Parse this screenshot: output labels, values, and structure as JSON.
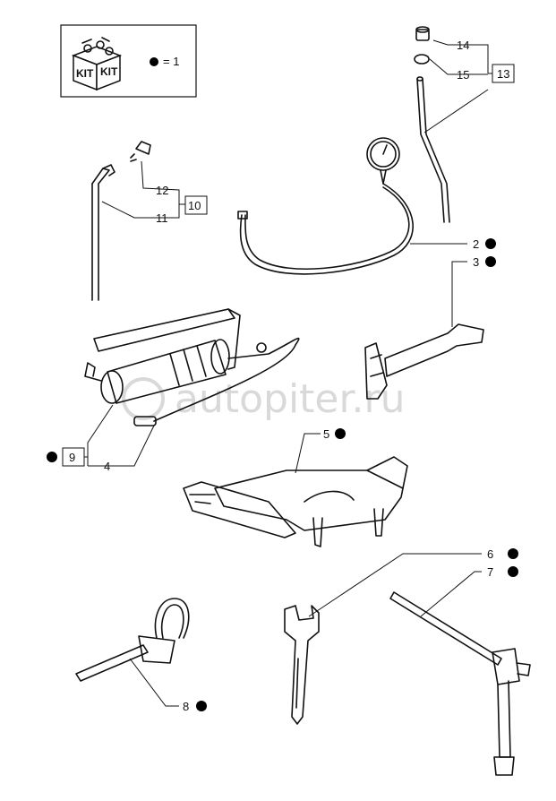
{
  "kit_legend": {
    "kit_text_1": "KIT",
    "kit_text_2": "KIT",
    "equals_text": "= 1"
  },
  "watermark": {
    "text": "autopiter.ru"
  },
  "callouts": [
    {
      "id": "c14",
      "text": "14"
    },
    {
      "id": "c15",
      "text": "15"
    },
    {
      "id": "c13",
      "text": "13"
    },
    {
      "id": "c12",
      "text": "12"
    },
    {
      "id": "c11",
      "text": "11"
    },
    {
      "id": "c10",
      "text": "10"
    },
    {
      "id": "c2",
      "text": "2"
    },
    {
      "id": "c3",
      "text": "3"
    },
    {
      "id": "c9",
      "text": "9"
    },
    {
      "id": "c4",
      "text": "4"
    },
    {
      "id": "c5",
      "text": "5"
    },
    {
      "id": "c6",
      "text": "6"
    },
    {
      "id": "c7",
      "text": "7"
    },
    {
      "id": "c8",
      "text": "8"
    }
  ],
  "colors": {
    "line": "#111111",
    "bullet": "#000000",
    "watermark": "#d9d9d9"
  }
}
